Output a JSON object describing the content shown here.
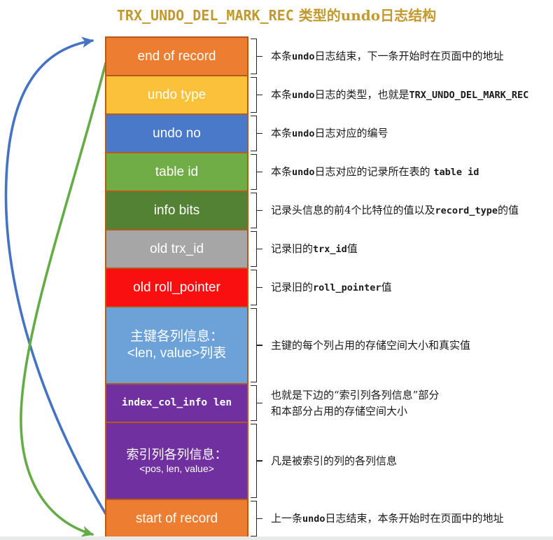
{
  "title": {
    "code": "TRX_UNDO_DEL_MARK_REC",
    "rest": " 类型的undo日志结构",
    "color": "#C2992E"
  },
  "colors": {
    "box_border": "#B55A1C",
    "blue_arrow": "#4472C4",
    "green_arrow": "#64AC45",
    "bracket": "#262626",
    "divider": "#E8EAEA"
  },
  "arrows": {
    "blue": {
      "color": "#4472C4",
      "from": "start of record",
      "to": "end of record"
    },
    "green": {
      "color": "#64AC45",
      "from": "end of record",
      "to": "start of record"
    }
  },
  "rows": [
    {
      "label": "end of record",
      "color": "#ED7D31",
      "ann": [
        "本条",
        "undo",
        "日志结束，下一条开始时在页面中的地址"
      ]
    },
    {
      "label": "undo type",
      "color": "#FCC13A",
      "ann": [
        "本条",
        "undo",
        "日志的类型，也就是",
        "TRX_UNDO_DEL_MARK_REC"
      ]
    },
    {
      "label": "undo no",
      "color": "#4B79C9",
      "ann": [
        "本条",
        "undo",
        "日志对应的编号"
      ]
    },
    {
      "label": "table id",
      "color": "#70AD47",
      "ann": [
        "本条",
        "undo",
        "日志对应的记录所在表的 ",
        "table id"
      ]
    },
    {
      "label": "info bits",
      "color": "#548235",
      "ann": [
        "记录头信息的前4个比特位的值以及",
        "record_type",
        "的值"
      ]
    },
    {
      "label": "old trx_id",
      "color": "#A6A6A6",
      "ann": [
        "记录旧的",
        "trx_id",
        "值"
      ]
    },
    {
      "label": "old roll_pointer",
      "color": "#F90F0F",
      "ann": [
        "记录旧的",
        "roll_pointer",
        "值"
      ]
    },
    {
      "label_line1": "主键各列信息：",
      "label_line2": "<len, value>列表",
      "color": "#6CA2D8",
      "ann": [
        "主键的每个列占用的存储空间大小和真实值"
      ]
    },
    {
      "label": "index_col_info len",
      "color": "#7030A0",
      "ann_line1": "也就是下边的“索引列各列信息”部分",
      "ann_line2": "和本部分占用的存储空间大小"
    },
    {
      "label_line1": "索引列各列信息：",
      "label_line2": "<pos, len, value>",
      "color": "#7030A0",
      "ann": [
        "凡是被索引的列的各列信息"
      ]
    },
    {
      "label": "start of record",
      "color": "#ED7D31",
      "ann": [
        "上一条",
        "undo",
        "日志结束，本条开始时在页面中的地址"
      ]
    }
  ]
}
